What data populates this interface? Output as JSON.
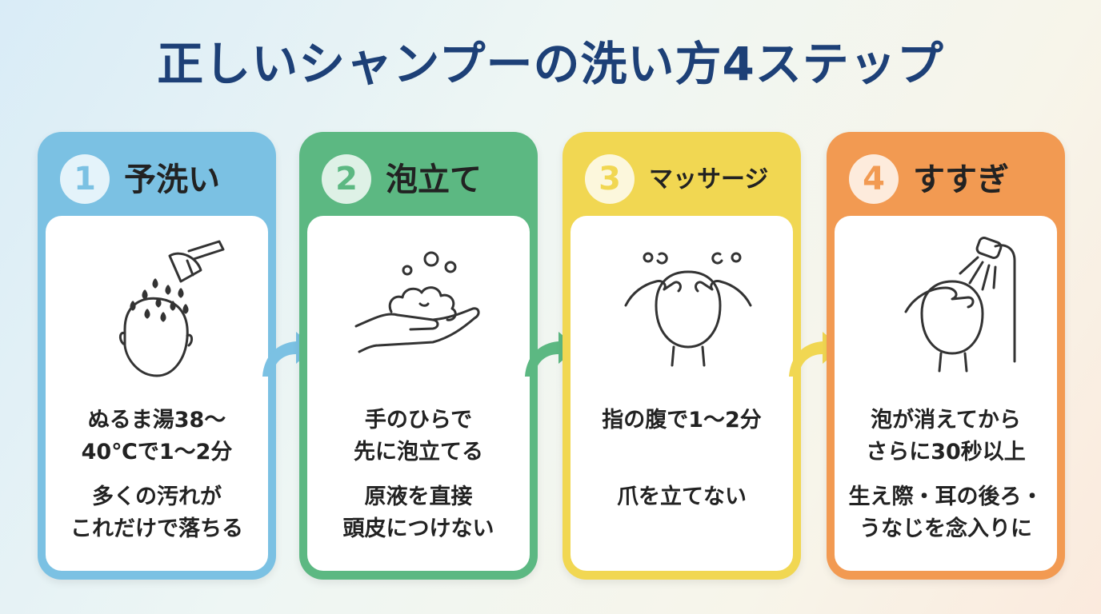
{
  "title": "正しいシャンプーの洗い方4ステップ",
  "steps": [
    {
      "number": "1",
      "title": "予洗い",
      "text1": "ぬるま湯38〜\n40℃で1〜2分",
      "text2": "多くの汚れが\nこれだけで落ちる",
      "color": "#7bc1e3",
      "icon": "shower-head-icon"
    },
    {
      "number": "2",
      "title": "泡立て",
      "text1": "手のひらで\n先に泡立てる",
      "text2": "原液を直接\n頭皮につけない",
      "color": "#5cb882",
      "icon": "foam-hand-icon"
    },
    {
      "number": "3",
      "title": "マッサージ",
      "text1": "指の腹で1〜2分",
      "text2": "爪を立てない",
      "color": "#f1d752",
      "icon": "scalp-massage-icon"
    },
    {
      "number": "4",
      "title": "すすぎ",
      "text1": "泡が消えてから\nさらに30秒以上",
      "text2": "生え際・耳の後ろ・\nうなじを念入りに",
      "color": "#f29a52",
      "icon": "rinse-shower-icon"
    }
  ],
  "arrow_colors": [
    "#7bc1e3",
    "#5cb882",
    "#f1d752"
  ]
}
